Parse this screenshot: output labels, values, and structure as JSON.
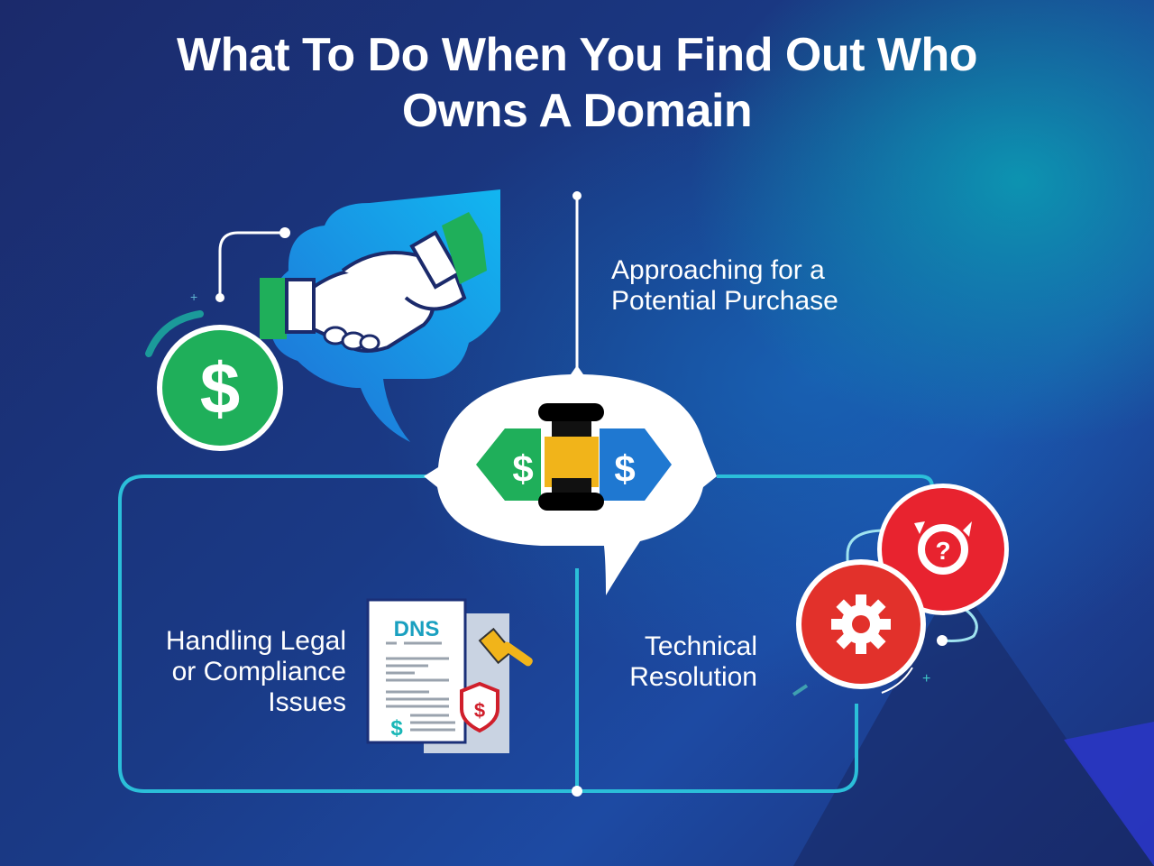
{
  "title": {
    "line1": "What To Do When You Find Out Who",
    "line2": "Owns A Domain"
  },
  "steps": [
    {
      "label_line1": "Approaching for a",
      "label_line2": "Potential Purchase",
      "icon": "handshake-icon"
    },
    {
      "label_line1": "Handling Legal",
      "label_line2": "or Compliance",
      "label_line3": "Issues",
      "icon": "dns-document-icon"
    },
    {
      "label_line1": "Technical",
      "label_line2": "Resolution",
      "icon": "gear-icon"
    }
  ],
  "center": {
    "icon": "gavel-negotiation-icon",
    "left_tag": "$",
    "right_tag": "$"
  },
  "icons": {
    "coin": "$",
    "doc_title": "DNS",
    "shield": "$"
  },
  "colors": {
    "accent_line": "#2bbfd9",
    "green": "#1faf5a",
    "blue_tag": "#1f78d1",
    "gold": "#f1b41a",
    "red": "#e8232f",
    "text": "#ffffff"
  }
}
